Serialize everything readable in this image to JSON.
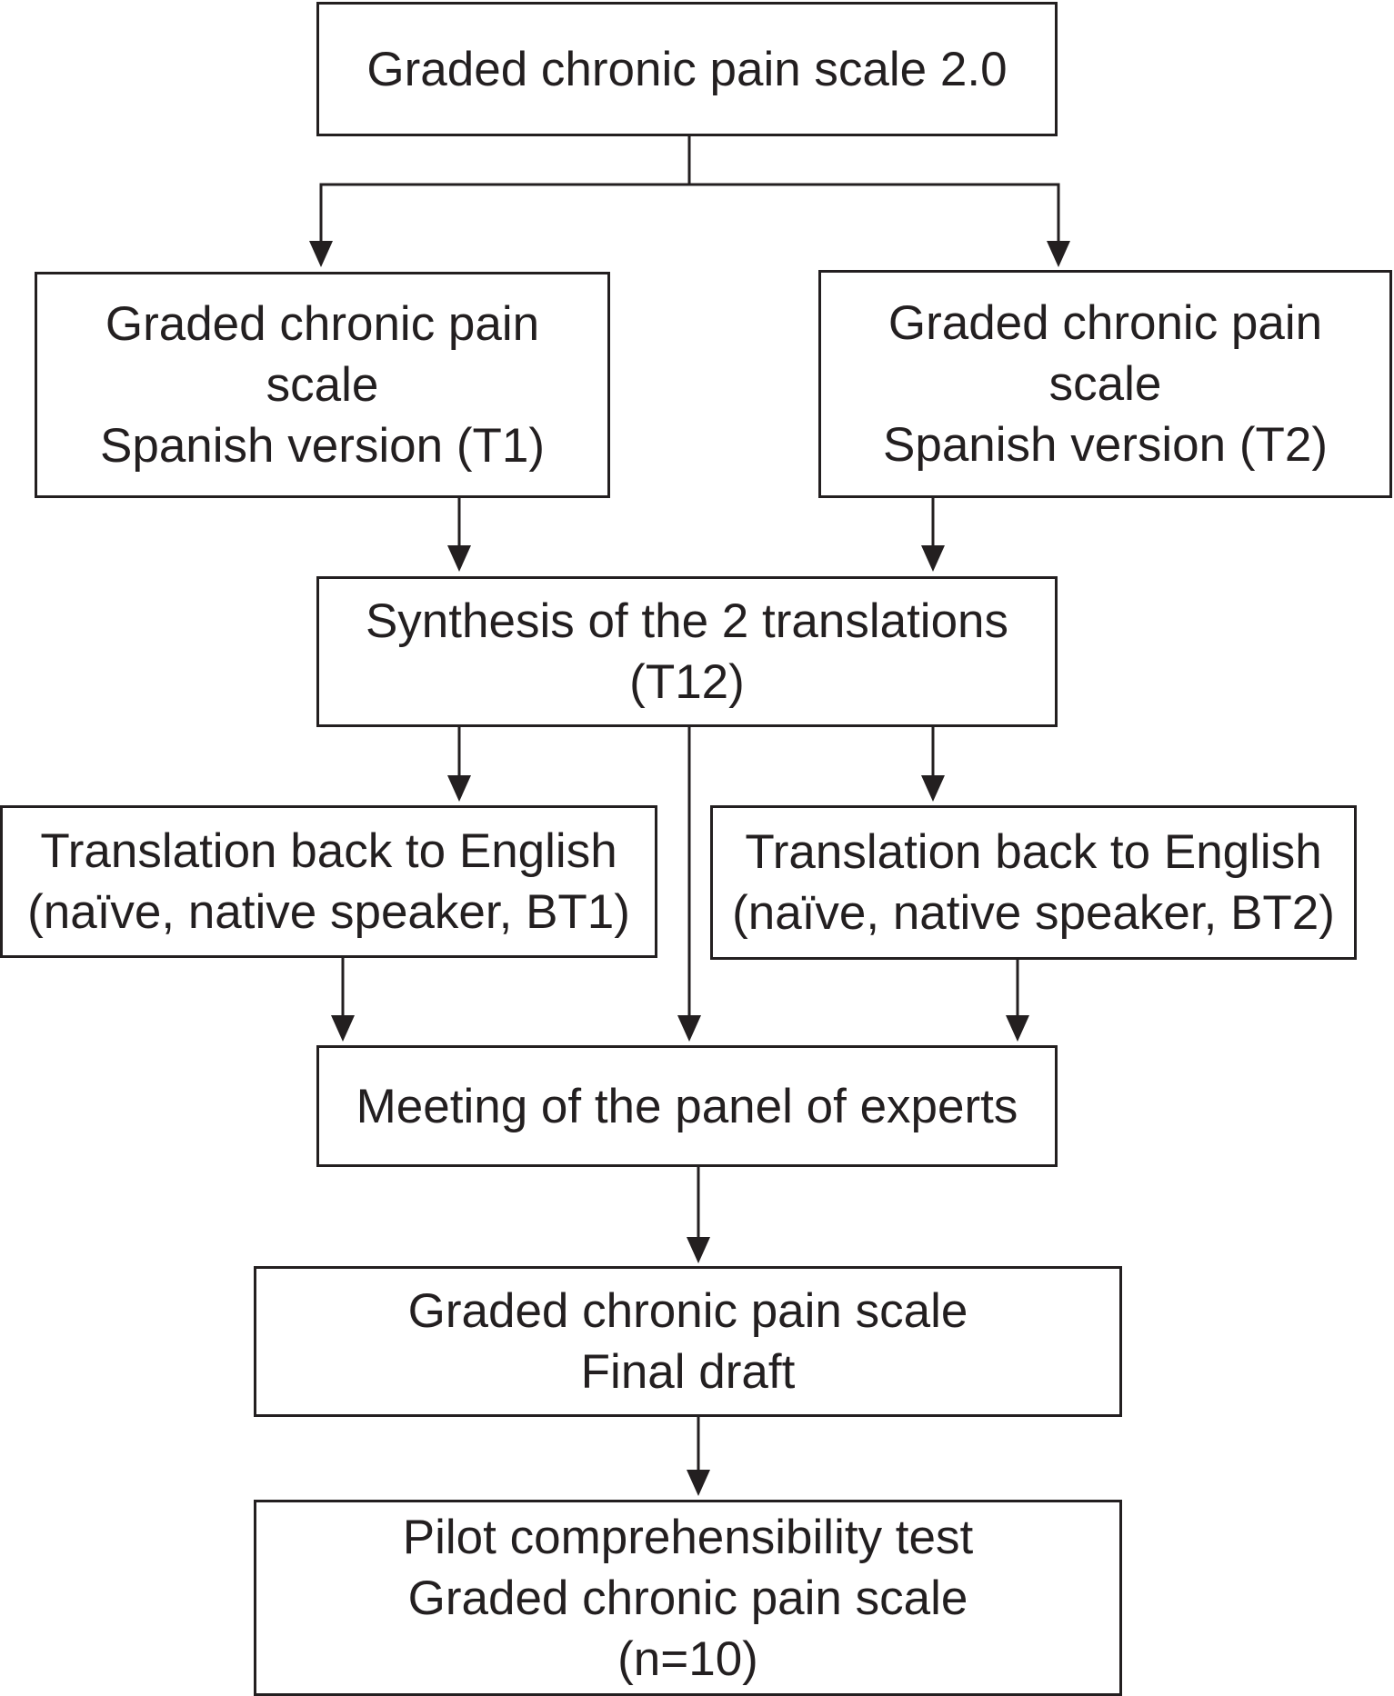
{
  "nodes": {
    "top": {
      "lines": [
        "Graded chronic pain scale 2.0"
      ]
    },
    "t1": {
      "lines": [
        "Graded chronic pain",
        "scale",
        "Spanish version (T1)"
      ]
    },
    "t2": {
      "lines": [
        "Graded chronic pain",
        "scale",
        "Spanish version (T2)"
      ]
    },
    "syn": {
      "lines": [
        "Synthesis of the 2 translations",
        "(T12)"
      ]
    },
    "bt1": {
      "lines": [
        "Translation back to English",
        "(naïve, native speaker, BT1)"
      ]
    },
    "bt2": {
      "lines": [
        "Translation back to English",
        "(naïve, native speaker, BT2)"
      ]
    },
    "meet": {
      "lines": [
        "Meeting of the panel of experts"
      ]
    },
    "final": {
      "lines": [
        "Graded chronic pain scale",
        "Final draft"
      ]
    },
    "pilot": {
      "lines": [
        "Pilot comprehensibility test",
        "Graded chronic pain scale",
        "(n=10)"
      ]
    }
  },
  "edges": [
    [
      "top",
      "t1"
    ],
    [
      "top",
      "t2"
    ],
    [
      "t1",
      "syn"
    ],
    [
      "t2",
      "syn"
    ],
    [
      "syn",
      "bt1"
    ],
    [
      "syn",
      "meet"
    ],
    [
      "syn",
      "bt2"
    ],
    [
      "bt1",
      "meet"
    ],
    [
      "bt2",
      "meet"
    ],
    [
      "meet",
      "final"
    ],
    [
      "final",
      "pilot"
    ]
  ],
  "colors": {
    "line": "#231f20",
    "box_border": "#231f20",
    "text": "#231f20",
    "background": "#ffffff"
  }
}
